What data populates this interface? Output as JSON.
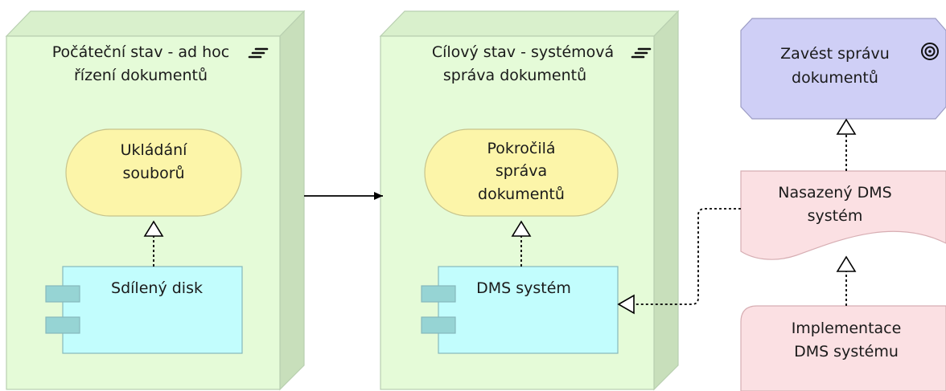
{
  "plateaus": [
    {
      "title_line1": "Počáteční stav - ad hoc",
      "title_line2": "řízení dokumentů",
      "icon": "plateau-icon"
    },
    {
      "title_line1": "Cílový stav - systémová",
      "title_line2": "správa dokumentů",
      "icon": "plateau-icon"
    }
  ],
  "services": [
    {
      "line1": "Ukládání",
      "line2": "souborů"
    },
    {
      "line1": "Pokročilá",
      "line2": "správa",
      "line3": "dokumentů"
    }
  ],
  "components": [
    {
      "label": "Sdílený disk",
      "icon": "component-icon"
    },
    {
      "label": "DMS systém",
      "icon": "component-icon"
    }
  ],
  "goal": {
    "line1": "Zavést správu",
    "line2": "dokumentů",
    "icon": "goal-icon"
  },
  "deliverable": {
    "line1": "Nasazený DMS",
    "line2": "systém"
  },
  "work_package": {
    "line1": "Implementace",
    "line2": "DMS systému"
  },
  "colors": {
    "plateau_face": "#e5fbd8",
    "plateau_side": "#cfe5c2",
    "service": "#fcf5a9",
    "component": "#c2fdfd",
    "component_tab": "#96d4d4",
    "goal": "#cfcff6",
    "implementation": "#fbe0e3"
  }
}
